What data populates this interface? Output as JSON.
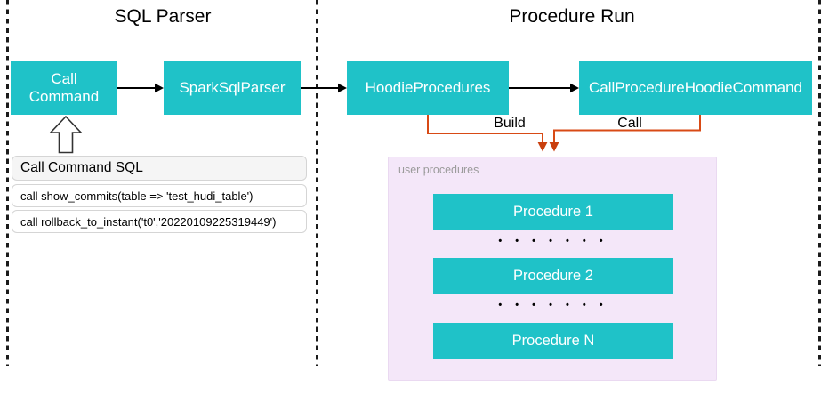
{
  "diagram": {
    "sections": {
      "sql_parser": {
        "title": "SQL Parser"
      },
      "procedure_run": {
        "title": "Procedure Run"
      }
    },
    "nodes": {
      "call_command": "Call Command",
      "spark_sql_parser": "SparkSqlParser",
      "hoodie_procedures": "HoodieProcedures",
      "call_procedure_hoodie_command": "CallProcedureHoodieCommand"
    },
    "edges": {
      "build_label": "Build",
      "call_label": "Call"
    },
    "sql_panel": {
      "header": "Call Command SQL",
      "rows": [
        "call show_commits(table => 'test_hudi_table')",
        "call rollback_to_instant('t0','20220109225319449')"
      ]
    },
    "user_procedures": {
      "label": "user procedures",
      "items": [
        "Procedure 1",
        "Procedure 2",
        "Procedure N"
      ],
      "ellipsis": "• • • • • • •"
    },
    "colors": {
      "node_teal": "#1fc2c8",
      "connector_orange": "#d84a15",
      "container_purple": "#f4e7f9",
      "panel_header_gray": "#f5f5f5",
      "muted_label_gray": "#9b9b9b"
    }
  }
}
